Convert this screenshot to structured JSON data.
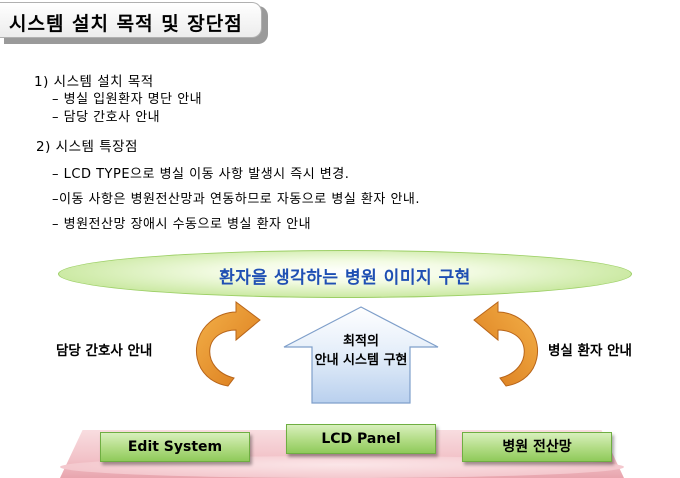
{
  "title": "시스템 설치 목적 및 장단점",
  "purpose": {
    "heading": "1) 시스템 설치 목적",
    "items": [
      "– 병실 입원환자 명단 안내",
      "– 담당 간호사 안내"
    ]
  },
  "features": {
    "heading": "2) 시스템 특장점",
    "items": [
      "– LCD TYPE으로 병실 이동 사항 발생시 즉시 변경.",
      "–이동 사항은 병원전산망과 연동하므로 자동으로 병실 환자 안내.",
      "– 병원전산망 장애시 수동으로 병실 환자 안내"
    ]
  },
  "diagram": {
    "top_label": "환자을 생각하는 병원 이미지 구현",
    "left_label": "담당 간호사 안내",
    "right_label": "병실 환자 안내",
    "center_label_line1": "최적의",
    "center_label_line2": "안내 시스템 구현",
    "boxes": [
      "Edit System",
      "LCD Panel",
      "병원 전산망"
    ],
    "colors": {
      "top_text": "#1f4fb3",
      "arrow": "#e8901f",
      "green_box": "#b4dd88",
      "platform": "#f2c2c8",
      "house": "#cfe0f4"
    }
  }
}
